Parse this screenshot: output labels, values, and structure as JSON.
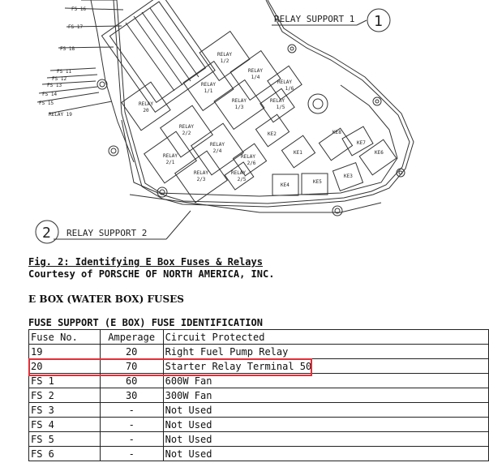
{
  "diagram": {
    "relay_support_1": "RELAY SUPPORT 1",
    "relay_support_2": "RELAY SUPPORT 2",
    "callout_1": "1",
    "callout_2": "2",
    "fuse_labels": [
      "FS 16",
      "FS 17",
      "FS 18",
      "FS 11",
      "FS 12",
      "FS 13",
      "FS 14",
      "FS 15",
      "RELAY 19"
    ],
    "relays": {
      "r12": [
        "RELAY",
        "1/2"
      ],
      "r14": [
        "RELAY",
        "1/4"
      ],
      "r16": [
        "RELAY",
        "1/6"
      ],
      "r11": [
        "RELAY",
        "1/1"
      ],
      "r13": [
        "RELAY",
        "1/3"
      ],
      "r15": [
        "RELAY",
        "1/5"
      ],
      "r20": [
        "RELAY",
        "20"
      ],
      "r22": [
        "RELAY",
        "2/2"
      ],
      "r24": [
        "RELAY",
        "2/4"
      ],
      "r21": [
        "RELAY",
        "2/1"
      ],
      "r23": [
        "RELAY",
        "2/3"
      ],
      "r26": [
        "RELAY",
        "2/6"
      ],
      "r25": [
        "RELAY",
        "2/5"
      ]
    },
    "connectors": [
      "KE2",
      "KE1",
      "KE8",
      "KE6",
      "KE4",
      "KE5",
      "KE3",
      "KE7"
    ]
  },
  "figure": {
    "title": "Fig. 2: Identifying E Box Fuses & Relays",
    "credit": "Courtesy of PORSCHE OF NORTH AMERICA, INC."
  },
  "section_heading": "E BOX (WATER BOX) FUSES",
  "table": {
    "title": "FUSE SUPPORT (E BOX) FUSE IDENTIFICATION",
    "headers": [
      "Fuse No.",
      "Amperage",
      "Circuit Protected"
    ],
    "rows": [
      [
        "19",
        "20",
        "Right Fuel Pump Relay"
      ],
      [
        "20",
        "70",
        "Starter Relay Terminal 50"
      ],
      [
        "FS 1",
        "60",
        "600W Fan"
      ],
      [
        "FS 2",
        "30",
        "300W Fan"
      ],
      [
        "FS 3",
        "-",
        "Not Used"
      ],
      [
        "FS 4",
        "-",
        "Not Used"
      ],
      [
        "FS 5",
        "-",
        "Not Used"
      ],
      [
        "FS 6",
        "-",
        "Not Used"
      ]
    ]
  },
  "colors": {
    "highlight": "#e0303a"
  }
}
